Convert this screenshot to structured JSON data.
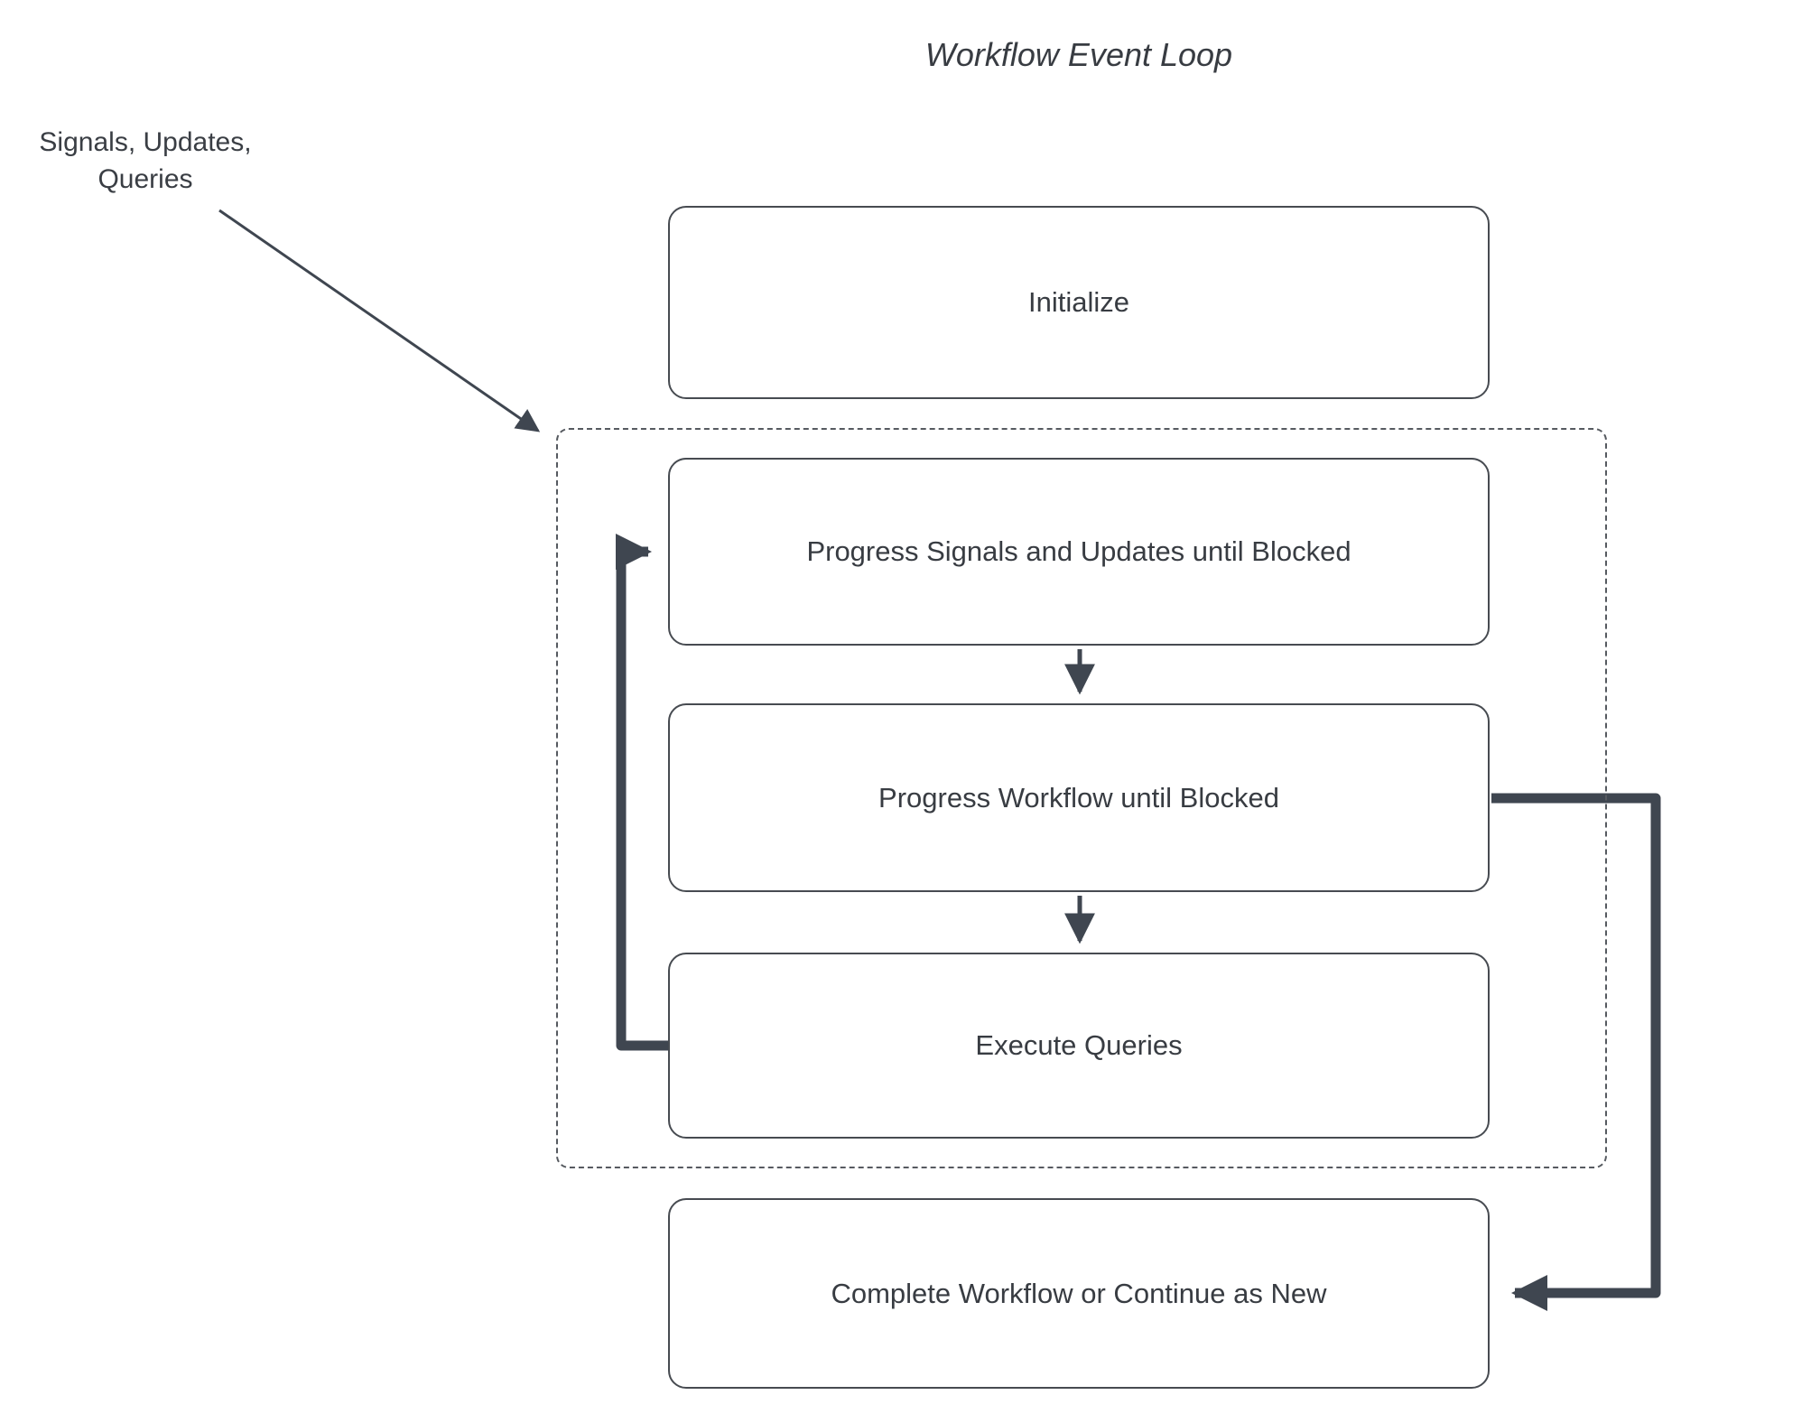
{
  "title": "Workflow Event Loop",
  "external_input": {
    "label": "Signals, Updates,\nQueries"
  },
  "nodes": {
    "initialize": "Initialize",
    "progress_signals": "Progress Signals and Updates until Blocked",
    "progress_workflow": "Progress Workflow until Blocked",
    "execute_queries": "Execute Queries",
    "complete": "Complete Workflow or Continue as New"
  },
  "colors": {
    "arrow": "#3f4650",
    "box_border": "#474b51",
    "dashed_border": "#565a60",
    "text": "#383c42",
    "background": "#ffffff"
  }
}
